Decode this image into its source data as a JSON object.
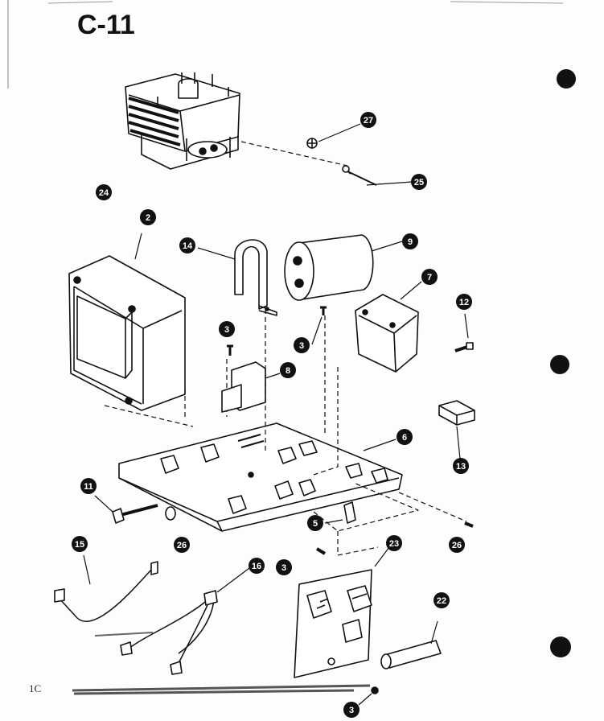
{
  "page": {
    "title": "C-11",
    "page_number": "1C"
  },
  "callouts": [
    {
      "id": "c24",
      "label": "24"
    },
    {
      "id": "c27",
      "label": "27"
    },
    {
      "id": "c25",
      "label": "25"
    },
    {
      "id": "c2",
      "label": "2"
    },
    {
      "id": "c14",
      "label": "14"
    },
    {
      "id": "c9",
      "label": "9"
    },
    {
      "id": "c7",
      "label": "7"
    },
    {
      "id": "c12",
      "label": "12"
    },
    {
      "id": "c3a",
      "label": "3"
    },
    {
      "id": "c3b",
      "label": "3"
    },
    {
      "id": "c8",
      "label": "8"
    },
    {
      "id": "c13",
      "label": "13"
    },
    {
      "id": "c6",
      "label": "6"
    },
    {
      "id": "c11",
      "label": "11"
    },
    {
      "id": "c26a",
      "label": "26"
    },
    {
      "id": "c26b",
      "label": "26"
    },
    {
      "id": "c5",
      "label": "5"
    },
    {
      "id": "c15",
      "label": "15"
    },
    {
      "id": "c16",
      "label": "16"
    },
    {
      "id": "c3c",
      "label": "3"
    },
    {
      "id": "c23",
      "label": "23"
    },
    {
      "id": "c22",
      "label": "22"
    },
    {
      "id": "c3d",
      "label": "3"
    }
  ]
}
